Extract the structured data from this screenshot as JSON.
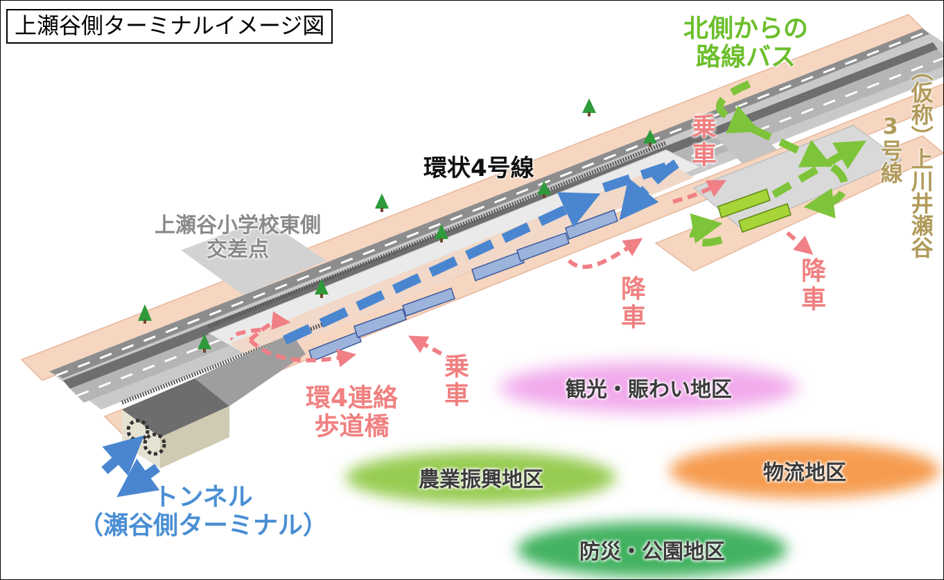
{
  "title": "上瀬谷側ターミナルイメージ図",
  "labels": {
    "ring_road": "環状4号線",
    "intersection": "上瀬谷小学校東側\n交差点",
    "north_bus": "北側からの\n路線バス",
    "route3": "（仮称）上川井瀬谷",
    "route3_sub": "3号線",
    "board_top": "乗\n車",
    "board_bottom": "乗\n車",
    "alight_mid": "降\n車",
    "alight_right": "降\n車",
    "bridge": "環4連絡\n歩道橋",
    "tunnel": "トンネル\n（瀬谷側ターミナル）"
  },
  "districts": [
    {
      "name": "観光・賑わい地区",
      "color": "#ef9be8"
    },
    {
      "name": "農業振興地区",
      "color": "#8cc63f"
    },
    {
      "name": "物流地区",
      "color": "#f5923e"
    },
    {
      "name": "防災・公園地区",
      "color": "#2eaa4f"
    }
  ],
  "colors": {
    "ring_road_text": "#111111",
    "intersection_text": "#8a8a8a",
    "north_bus_text": "#6cbf2c",
    "route3_text": "#b09a5a",
    "board_text": "#f08080",
    "tunnel_text": "#4a8fd4",
    "blue_arrow": "#4a86d0",
    "green_arrow": "#7ec43a",
    "pink_arrow": "#f07f86"
  }
}
